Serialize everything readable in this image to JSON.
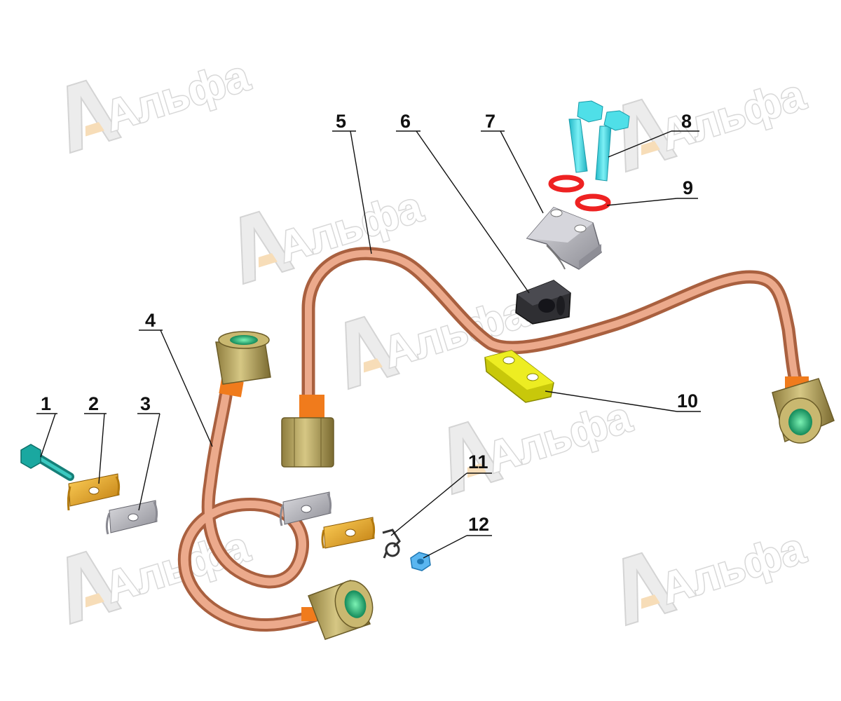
{
  "watermark": {
    "text": "Альфа"
  },
  "callouts": [
    {
      "id": 1,
      "label": "1"
    },
    {
      "id": 2,
      "label": "2"
    },
    {
      "id": 3,
      "label": "3"
    },
    {
      "id": 4,
      "label": "4"
    },
    {
      "id": 5,
      "label": "5"
    },
    {
      "id": 6,
      "label": "6"
    },
    {
      "id": 7,
      "label": "7"
    },
    {
      "id": 8,
      "label": "8"
    },
    {
      "id": 9,
      "label": "9"
    },
    {
      "id": 10,
      "label": "10"
    },
    {
      "id": 11,
      "label": "11"
    },
    {
      "id": 12,
      "label": "12"
    }
  ],
  "colors": {
    "copper": "#d98a6a",
    "brass": "#b5a35e",
    "orange": "#f07b1c",
    "cyan": "#3fd9e3",
    "red": "#ee2222",
    "gray": "#b8b8bd",
    "gold": "#e5a21e",
    "yellow": "#dede10",
    "black_rubber": "#2f2f33",
    "teal": "#1aa8a0",
    "blue_nut": "#4aa8e8"
  }
}
